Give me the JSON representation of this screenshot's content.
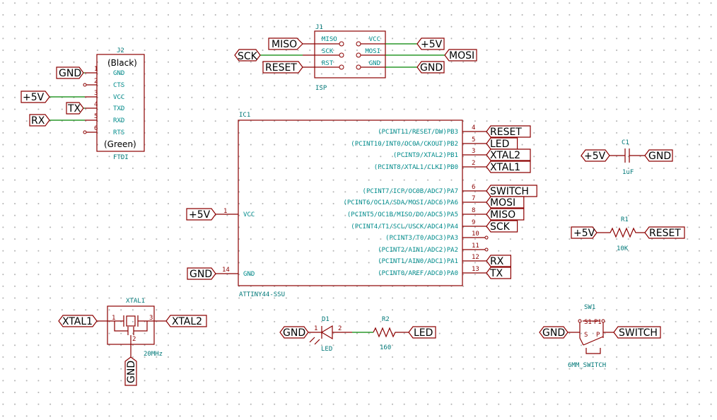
{
  "colors": {
    "wire": "#008400",
    "component": "#8c0000",
    "pin_name": "#008c8c",
    "reference": "#007878",
    "grid": "#b4b4b4"
  },
  "j2": {
    "ref": "J2",
    "value": "FTDI",
    "top_label": "(Black)",
    "bottom_label": "(Green)",
    "pins": [
      "GND",
      "CTS",
      "VCC",
      "TXD",
      "RXD",
      "RTS"
    ],
    "pin_numbers": [
      "1",
      "2",
      "3",
      "4",
      "5",
      "6"
    ],
    "nets": [
      "GND",
      "+5V",
      "TX",
      "RX"
    ]
  },
  "j1": {
    "ref": "J1",
    "value": "ISP",
    "left_pins": [
      "MISO",
      "SCK",
      "RST"
    ],
    "right_pins": [
      "VCC",
      "MOSI",
      "GND"
    ],
    "left_nets": [
      "MISO",
      "SCK",
      "RESET"
    ],
    "right_nets": [
      "+5V",
      "MOSI",
      "GND"
    ]
  },
  "ic1": {
    "ref": "IC1",
    "value": "ATTINY44-SSU",
    "left_pins": [
      {
        "num": "1",
        "name": "VCC",
        "net": "+5V"
      },
      {
        "num": "14",
        "name": "GND",
        "net": "GND"
      }
    ],
    "right_pins": [
      {
        "num": "4",
        "name": "(PCINT11/RESET/DW)PB3",
        "net": "RESET"
      },
      {
        "num": "5",
        "name": "(PCINT10/INT0/OC0A/CKOUT)PB2",
        "net": "LED"
      },
      {
        "num": "3",
        "name": "(PCINT9/XTAL2)PB1",
        "net": "XTAL2"
      },
      {
        "num": "2",
        "name": "(PCINT8/XTAL1/CLKI)PB0",
        "net": "XTAL1"
      },
      {
        "num": "6",
        "name": "(PCINT7/ICP/OC0B/ADC7)PA7",
        "net": "SWITCH"
      },
      {
        "num": "7",
        "name": "(PCINT6/OC1A/SDA/MOSI/ADC6)PA6",
        "net": "MOSI"
      },
      {
        "num": "8",
        "name": "(PCINT5/OC1B/MISO/DO/ADC5)PA5",
        "net": "MISO"
      },
      {
        "num": "9",
        "name": "(PCINT4/T1/SCL/USCK/ADC4)PA4",
        "net": "SCK"
      },
      {
        "num": "10",
        "name": "(PCINT3/T0/ADC3)PA3",
        "net": ""
      },
      {
        "num": "11",
        "name": "(PCINT2/AIN1/ADC2)PA2",
        "net": ""
      },
      {
        "num": "12",
        "name": "(PCINT1/AIN0/ADC1)PA1",
        "net": "RX"
      },
      {
        "num": "13",
        "name": "(PCINT0/AREF/ADC0)PA0",
        "net": "TX"
      }
    ]
  },
  "c1": {
    "ref": "C1",
    "value": "1uF",
    "nets": [
      "+5V",
      "GND"
    ]
  },
  "r1": {
    "ref": "R1",
    "value": "10K",
    "nets": [
      "+5V",
      "RESET"
    ]
  },
  "xtal1": {
    "ref": "XTAL1",
    "value": "20MHz",
    "nets": [
      "XTAL1",
      "XTAL2",
      "GND"
    ],
    "pin_numbers": [
      "1",
      "3",
      "2"
    ]
  },
  "d1": {
    "ref": "D1",
    "value": "LED",
    "net": "GND",
    "pin_numbers": [
      "1",
      "2"
    ]
  },
  "r2": {
    "ref": "R2",
    "value": "160",
    "net": "LED"
  },
  "sw1": {
    "ref": "SW1",
    "value": "6MM_SWITCH",
    "nets": [
      "GND",
      "SWITCH"
    ],
    "pin_letters": [
      "S",
      "S1",
      "P",
      "P1"
    ]
  }
}
